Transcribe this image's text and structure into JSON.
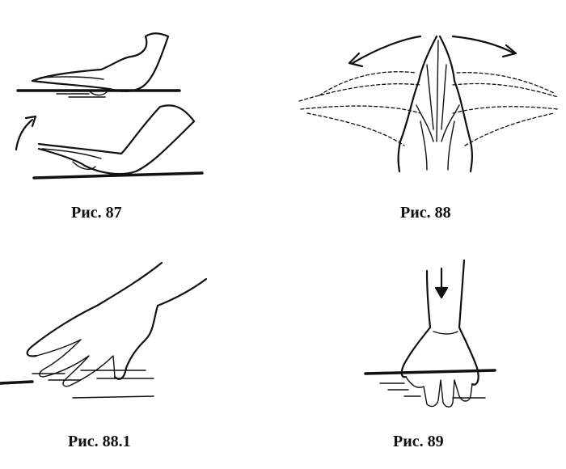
{
  "figures": [
    {
      "id": "fig-87",
      "caption": "Рис. 87"
    },
    {
      "id": "fig-88",
      "caption": "Рис. 88"
    },
    {
      "id": "fig-88-1",
      "caption": "Рис. 88.1"
    },
    {
      "id": "fig-89",
      "caption": "Рис. 89"
    }
  ]
}
